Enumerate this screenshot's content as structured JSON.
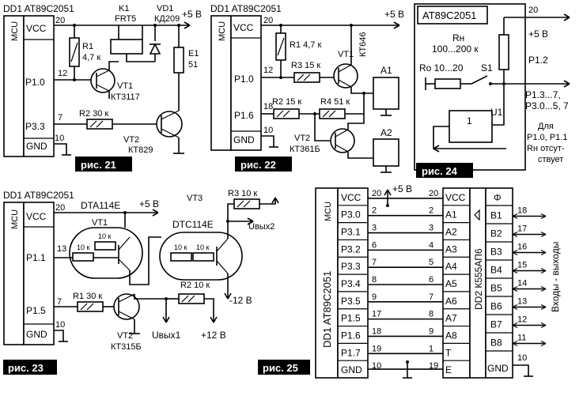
{
  "fig21": {
    "mcu_title": "DD1 AT89C2051",
    "mcu": "MCU",
    "vcc": "VCC",
    "p10": "P1.0",
    "p33": "P3.3",
    "gnd": "GND",
    "pin20": "20",
    "pin12": "12",
    "pin7": "7",
    "pin10": "10",
    "k1": "K1",
    "k1_type": "FRT5",
    "vd1": "VD1",
    "vd1_type": "КД209",
    "vcc_label": "+5 В",
    "r1": "R1",
    "r1_val": "4,7 к",
    "e1": "E1",
    "e1_val": "51",
    "vt1": "VT1",
    "vt1_type": "КТ3117",
    "r2": "R2 30 к",
    "vt2": "VT2",
    "vt2_type": "КТ829",
    "caption": "рис. 21"
  },
  "fig22": {
    "mcu_title": "DD1 AT89C2051",
    "mcu": "MCU",
    "vcc": "VCC",
    "p10": "P1.0",
    "p16": "P1.6",
    "gnd": "GND",
    "pin20": "20",
    "pin12": "12",
    "pin18": "18",
    "pin10": "10",
    "vcc_label": "+5 В",
    "r1": "R1 4,7 к",
    "r3": "R3 15 к",
    "vt1": "VT1",
    "vt1_type": "КТ646",
    "a1": "A1",
    "r2": "R2 15 к",
    "r4": "R4 51 к",
    "vt2": "VT2",
    "vt2_type": "КТ361Б",
    "a2": "A2",
    "caption": "рис. 22"
  },
  "fig24": {
    "title": "AT89C2051",
    "pin20": "20",
    "vcc_label": "+5 В",
    "rn": "Rн",
    "rn_val": "100...200 к",
    "ro": "Ro 10...20",
    "s1": "S1",
    "p12": "P1.2",
    "ports1": "P1.3...7,",
    "ports2": "P3.0...5, 7",
    "u1": "U1",
    "gate": "1",
    "note1": "Для",
    "note2": "P1.0, P1.1",
    "note3": "Rн отсут-",
    "note4": "ствует",
    "caption": "рис. 24"
  },
  "fig23": {
    "mcu_title": "DD1 AT89C2051",
    "mcu": "MCU",
    "vcc": "VCC",
    "p11": "P1.1",
    "p15": "P1.5",
    "gnd": "GND",
    "pin20": "20",
    "pin13": "13",
    "pin7": "7",
    "pin10": "10",
    "dta": "DTA114E",
    "vcc_label": "+5 В",
    "vt1": "VT1",
    "r10a": "10 к",
    "r10b": "10 к",
    "vt3": "VT3",
    "dtc": "DTC114E",
    "r3": "R3 10 к",
    "uout2": "Uвых2",
    "r10c": "10 к",
    "r10d": "10 к",
    "m12": "-12 В",
    "r2": "R2 10 к",
    "r1": "R1 30 к",
    "vt2": "VT2",
    "vt2_type": "КТ315Б",
    "uout1": "Uвых1",
    "p12": "+12 В",
    "caption": "рис. 23"
  },
  "fig25": {
    "dd1": "DD1 AT89C2051",
    "mcu": "MCU",
    "vcc_label": "+5 В",
    "mcu_pins": [
      {
        "name": "VCC",
        "pin": "20"
      },
      {
        "name": "P3.0",
        "pin": "2"
      },
      {
        "name": "P3.1",
        "pin": "3"
      },
      {
        "name": "P3.2",
        "pin": "6"
      },
      {
        "name": "P3.3",
        "pin": "7"
      },
      {
        "name": "P3.4",
        "pin": "8"
      },
      {
        "name": "P3.5",
        "pin": "9"
      },
      {
        "name": "P1.5",
        "pin": "17"
      },
      {
        "name": "P1.6",
        "pin": "18"
      },
      {
        "name": "P1.7",
        "pin": "19"
      },
      {
        "name": "GND",
        "pin": "10"
      }
    ],
    "dd2_pins": [
      {
        "name": "VCC",
        "pin": "20"
      },
      {
        "name": "A1",
        "pin": "2"
      },
      {
        "name": "A2",
        "pin": "3"
      },
      {
        "name": "A3",
        "pin": "4"
      },
      {
        "name": "A4",
        "pin": "5"
      },
      {
        "name": "A5",
        "pin": "6"
      },
      {
        "name": "A6",
        "pin": "7"
      },
      {
        "name": "A7",
        "pin": "8"
      },
      {
        "name": "A8",
        "pin": "9"
      },
      {
        "name": "T",
        "pin": "1"
      },
      {
        "name": "E",
        "pin": "19"
      }
    ],
    "dd2": "DD2 К555АП6",
    "b_pins": [
      {
        "name": "B1",
        "pin": "18"
      },
      {
        "name": "B2",
        "pin": "17"
      },
      {
        "name": "B3",
        "pin": "16"
      },
      {
        "name": "B4",
        "pin": "15"
      },
      {
        "name": "B5",
        "pin": "14"
      },
      {
        "name": "B6",
        "pin": "13"
      },
      {
        "name": "B7",
        "pin": "12"
      },
      {
        "name": "B8",
        "pin": "11"
      }
    ],
    "gnd": "GND",
    "gnd_pin": "10",
    "io": "Входы - выходы",
    "caption": "рис. 25"
  }
}
